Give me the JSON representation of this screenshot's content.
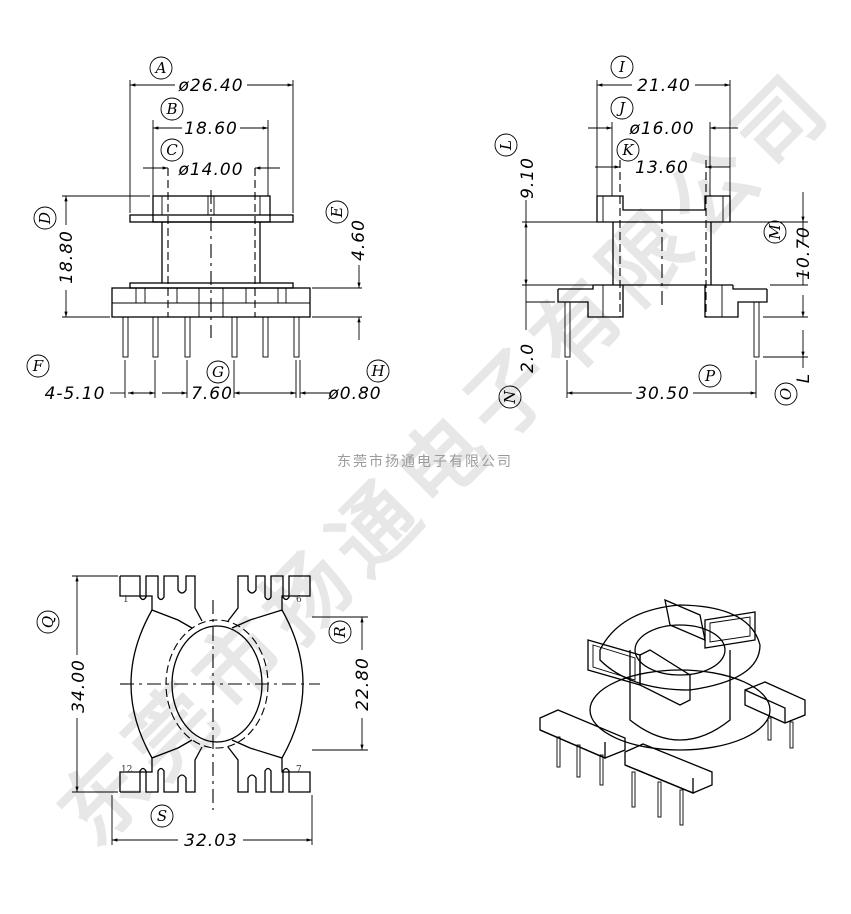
{
  "watermark": "东莞市扬通电子有限公司",
  "caption": "东莞市扬通电子有限公司",
  "front_view": {
    "A": {
      "label": "A",
      "value": "ø26.40"
    },
    "B": {
      "label": "B",
      "value": "18.60"
    },
    "C": {
      "label": "C",
      "value": "ø14.00"
    },
    "D": {
      "label": "D",
      "value": "18.80"
    },
    "E": {
      "label": "E",
      "value": "4.60"
    },
    "F": {
      "label": "F",
      "value": "4-5.10"
    },
    "G": {
      "label": "G",
      "value": "7.60"
    },
    "H": {
      "label": "H",
      "value": "ø0.80"
    }
  },
  "side_view": {
    "I": {
      "label": "I",
      "value": "21.40"
    },
    "J": {
      "label": "J",
      "value": "ø16.00"
    },
    "K": {
      "label": "K",
      "value": "13.60"
    },
    "L": {
      "label": "L",
      "value": "9.10"
    },
    "M": {
      "label": "M",
      "value": "10.70"
    },
    "N": {
      "label": "N",
      "value": "2.0"
    },
    "O": {
      "label": "O",
      "value": "L"
    },
    "P": {
      "label": "P",
      "value": "30.50"
    }
  },
  "top_view": {
    "Q": {
      "label": "Q",
      "value": "34.00"
    },
    "R": {
      "label": "R",
      "value": "22.80"
    },
    "S": {
      "label": "S",
      "value": "32.03"
    },
    "pins": [
      "1",
      "6",
      "12",
      "7"
    ]
  }
}
